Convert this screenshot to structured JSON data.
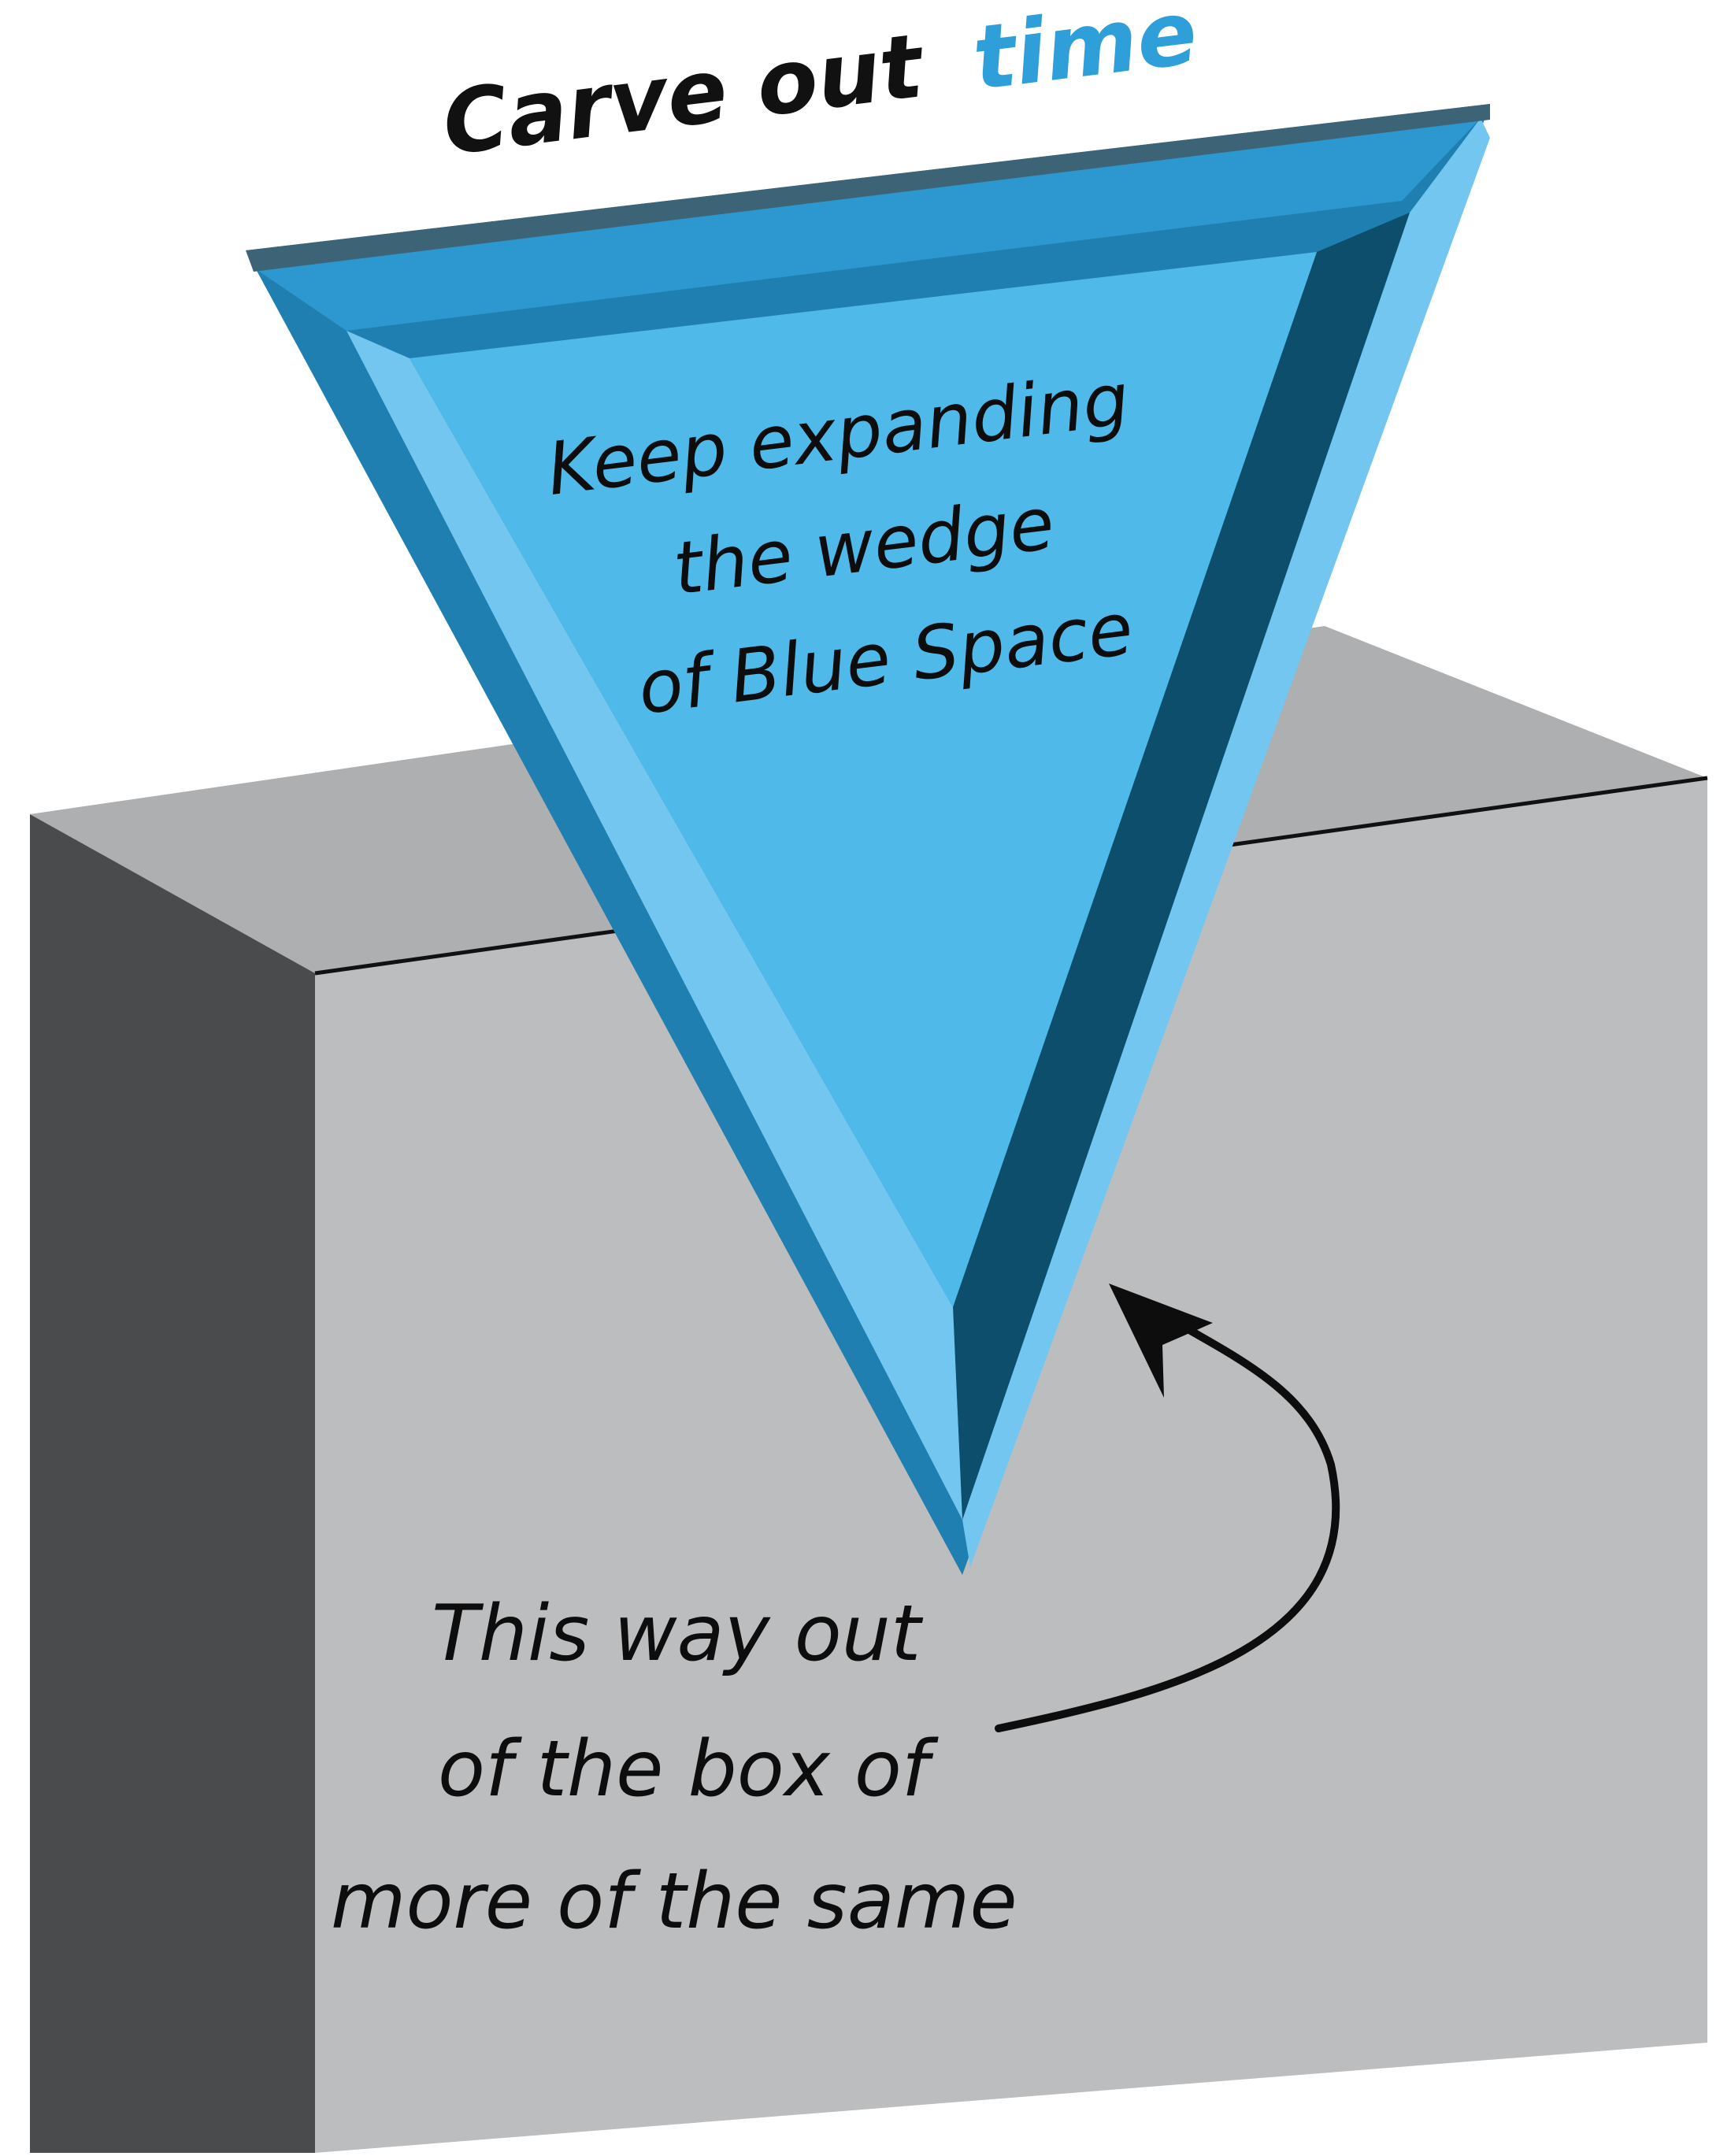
{
  "title": {
    "prefix": "Carve out",
    "highlight": "time"
  },
  "wedge": {
    "lines": [
      "Keep expanding",
      "the wedge",
      "of Blue Space"
    ]
  },
  "note": {
    "lines": [
      "This way out",
      "of the box of",
      "more of the same"
    ]
  },
  "colors": {
    "title_text": "#111111",
    "title_highlight": "#2e9fd9",
    "wedge_face": "#4fb9ea",
    "wedge_bevel_light": "#72c6f0",
    "wedge_bevel_mid": "#1f7fb1",
    "wedge_bevel_dark": "#0c4e6c",
    "wedge_top_edge": "#3d6377",
    "box_front": "#bcbdbf",
    "box_side": "#4a4b4d",
    "box_top": "#aeafb1"
  }
}
